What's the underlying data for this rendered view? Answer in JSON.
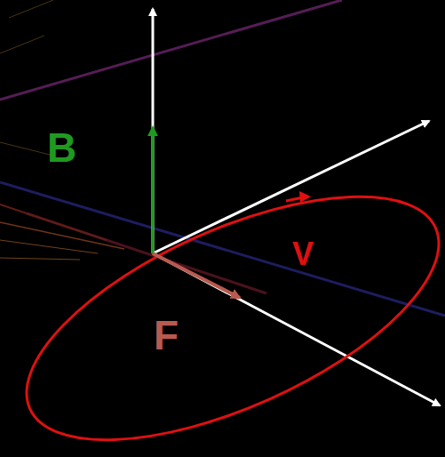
{
  "diagram": {
    "labels": [
      "B",
      "V",
      "F"
    ]
  }
}
